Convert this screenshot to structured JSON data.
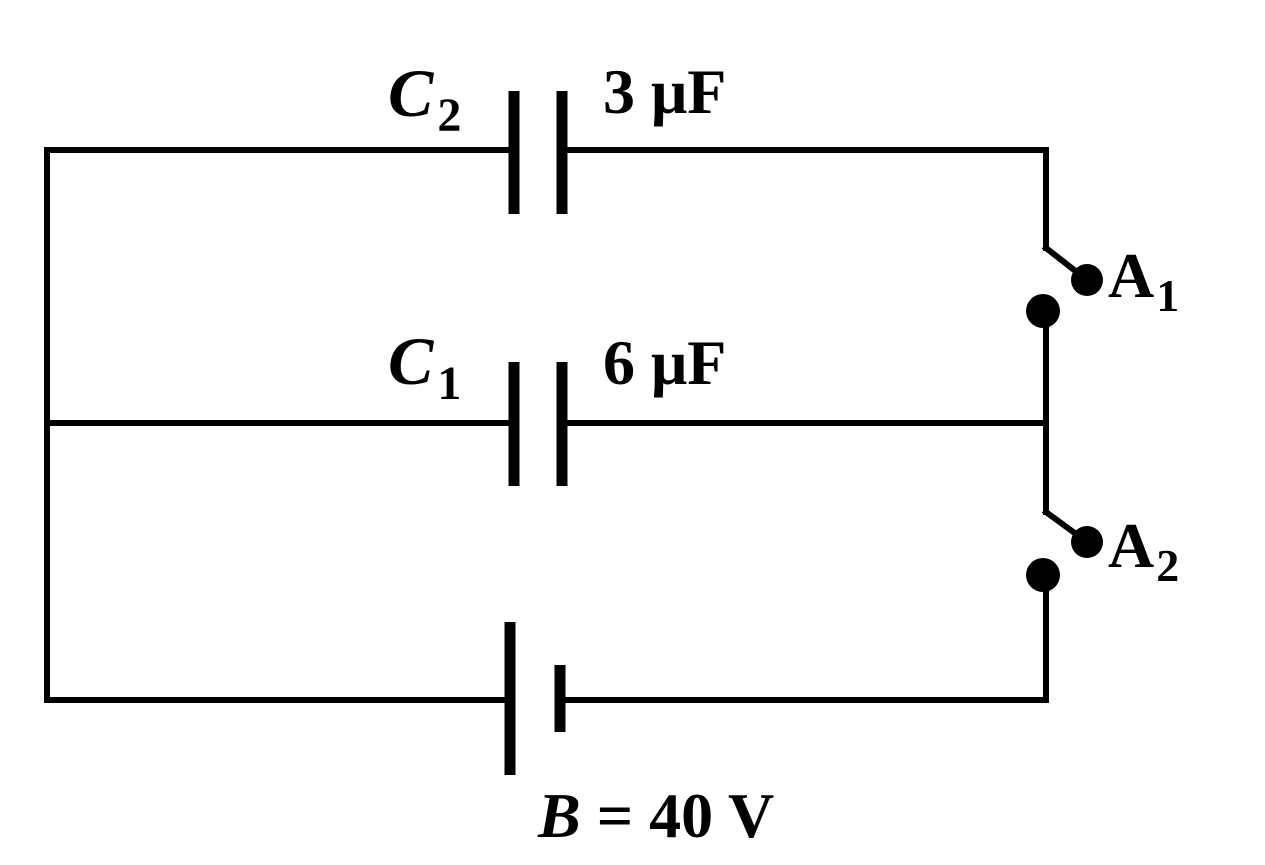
{
  "capacitor_c2": {
    "symbol": "C",
    "subscript": "2",
    "value": "3 μF"
  },
  "capacitor_c1": {
    "symbol": "C",
    "subscript": "1",
    "value": "6 μF"
  },
  "switch_a1": {
    "symbol": "A",
    "subscript": "1"
  },
  "switch_a2": {
    "symbol": "A",
    "subscript": "2"
  },
  "battery": {
    "symbol": "B",
    "value": "= 40 V"
  }
}
